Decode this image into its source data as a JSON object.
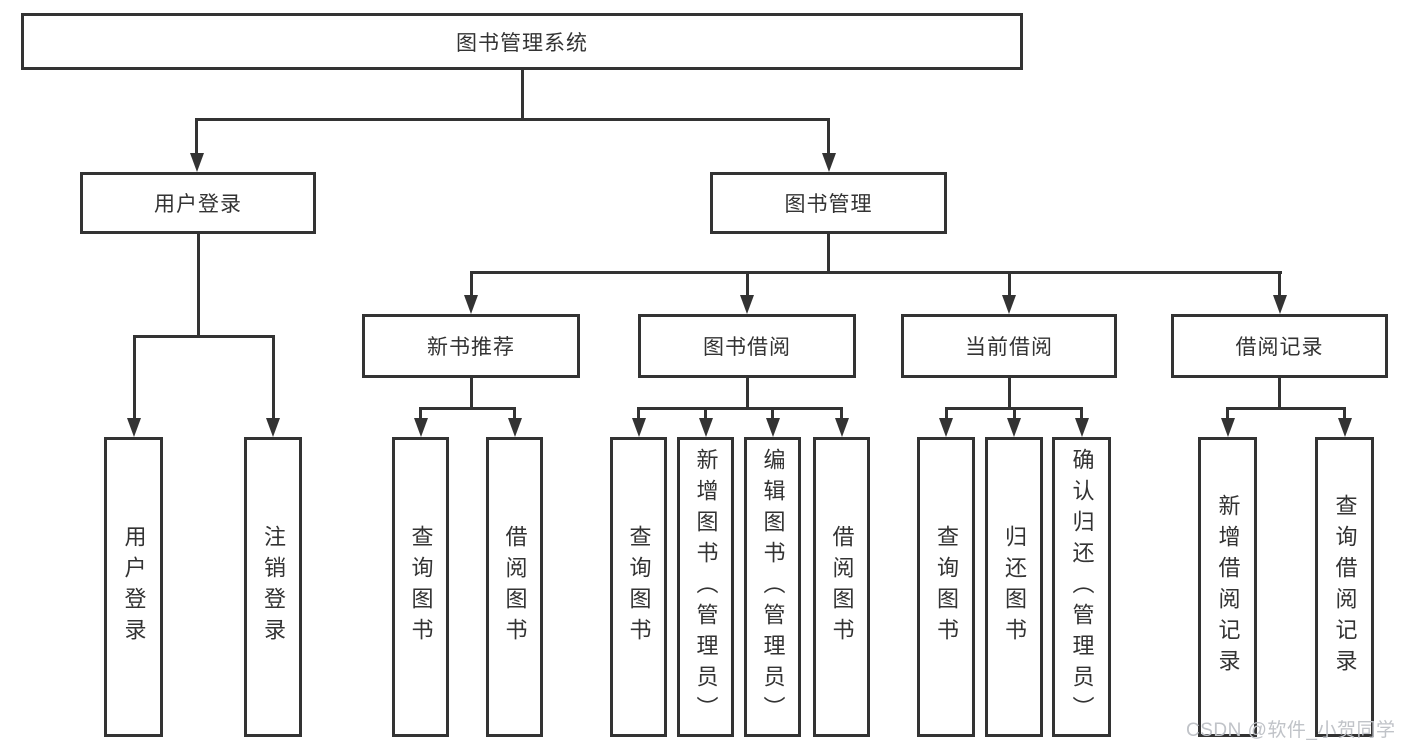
{
  "diagram": {
    "title": "图书管理系统",
    "tree": {
      "root": {
        "label": "图书管理系统",
        "children": [
          {
            "label": "用户登录",
            "children": [
              {
                "label": "用户登录"
              },
              {
                "label": "注销登录"
              }
            ]
          },
          {
            "label": "图书管理",
            "children": [
              {
                "label": "新书推荐",
                "children": [
                  {
                    "label": "查询图书"
                  },
                  {
                    "label": "借阅图书"
                  }
                ]
              },
              {
                "label": "图书借阅",
                "children": [
                  {
                    "label": "查询图书"
                  },
                  {
                    "label": "新增图书（管理员）"
                  },
                  {
                    "label": "编辑图书（管理员）"
                  },
                  {
                    "label": "借阅图书"
                  }
                ]
              },
              {
                "label": "当前借阅",
                "children": [
                  {
                    "label": "查询图书"
                  },
                  {
                    "label": "归还图书"
                  },
                  {
                    "label": "确认归还（管理员）"
                  }
                ]
              },
              {
                "label": "借阅记录",
                "children": [
                  {
                    "label": "新增借阅记录"
                  },
                  {
                    "label": "查询借阅记录"
                  }
                ]
              }
            ]
          }
        ]
      }
    }
  },
  "watermark": {
    "text": "CSDN @软件_小贺同学"
  },
  "colors": {
    "line": "#333333",
    "background": "#ffffff",
    "watermark": "#c0c3c8"
  }
}
